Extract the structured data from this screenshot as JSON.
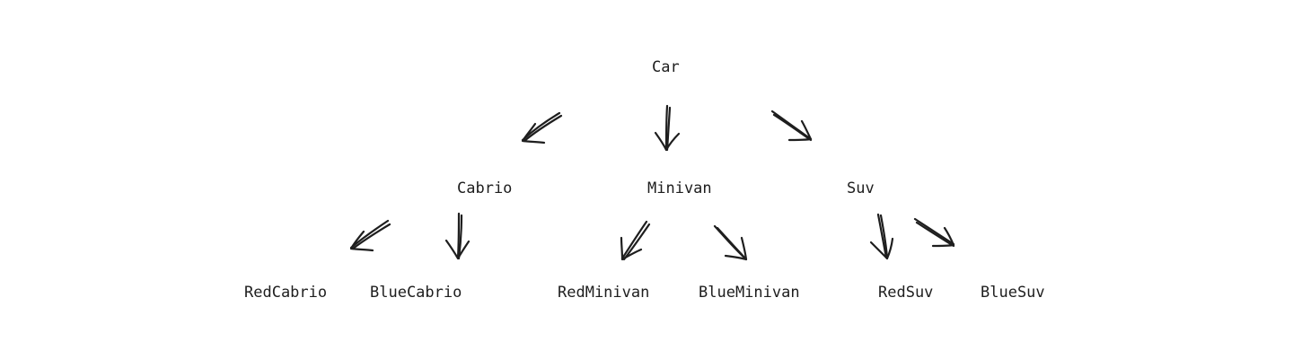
{
  "nodes": {
    "car": "Car",
    "cabrio": "Cabrio",
    "minivan": "Minivan",
    "suv": "Suv",
    "red_cabrio": "RedCabrio",
    "blue_cabrio": "BlueCabrio",
    "red_minivan": "RedMinivan",
    "blue_minivan": "BlueMinivan",
    "red_suv": "RedSuv",
    "blue_suv": "BlueSuv"
  },
  "edges": [
    {
      "from": "Car",
      "to": "Cabrio"
    },
    {
      "from": "Car",
      "to": "Minivan"
    },
    {
      "from": "Car",
      "to": "Suv"
    },
    {
      "from": "Cabrio",
      "to": "RedCabrio"
    },
    {
      "from": "Cabrio",
      "to": "BlueCabrio"
    },
    {
      "from": "Minivan",
      "to": "RedMinivan"
    },
    {
      "from": "Minivan",
      "to": "BlueMinivan"
    },
    {
      "from": "Suv",
      "to": "RedSuv"
    },
    {
      "from": "Suv",
      "to": "BlueSuv"
    }
  ],
  "colors": {
    "stroke": "#1e1e1e",
    "text": "#1e1e1e",
    "background": "#ffffff"
  }
}
